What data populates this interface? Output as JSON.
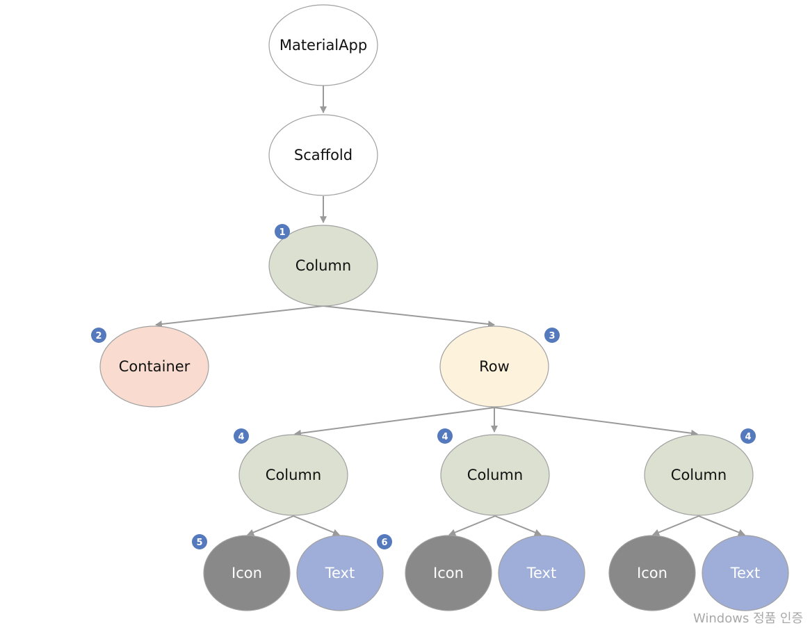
{
  "nodes": {
    "material_app": "MaterialApp",
    "scaffold": "Scaffold",
    "column_root": "Column",
    "container": "Container",
    "row": "Row",
    "column_a": "Column",
    "column_b": "Column",
    "column_c": "Column",
    "icon_a": "Icon",
    "text_a": "Text",
    "icon_b": "Icon",
    "text_b": "Text",
    "icon_c": "Icon",
    "text_c": "Text"
  },
  "badges": {
    "b1": "1",
    "b2": "2",
    "b3": "3",
    "b4a": "4",
    "b4b": "4",
    "b4c": "4",
    "b5": "5",
    "b6": "6"
  },
  "colors": {
    "white_node": "#ffffff",
    "column_fill": "#dbe0d0",
    "container_fill": "#f9dccf",
    "row_fill": "#fdf2dc",
    "icon_fill": "#898989",
    "text_fill": "#9eaed8",
    "badge_fill": "#5579bd",
    "edge": "#9a9a9a"
  },
  "watermark": "Windows 정품 인증"
}
